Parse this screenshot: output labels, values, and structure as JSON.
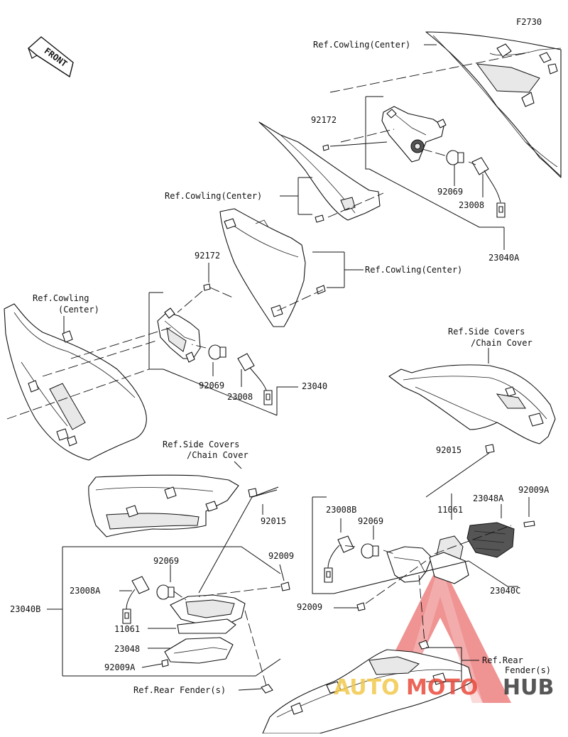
{
  "diagram": {
    "figure_code": "F2730",
    "front_label": "FRONT",
    "labels": {
      "ref_cowling_top": "Ref.Cowling(Center)",
      "ref_cowling_mid_left": "Ref.Cowling(Center)",
      "ref_cowling_mid_right": "Ref.Cowling(Center)",
      "ref_cowling_side_1": "Ref.Cowling",
      "ref_cowling_side_2": "(Center)",
      "ref_side_covers_right_1": "Ref.Side Covers",
      "ref_side_covers_right_2": "/Chain Cover",
      "ref_side_covers_left_1": "Ref.Side Covers",
      "ref_side_covers_left_2": "/Chain Cover",
      "ref_rear_fender_left": "Ref.Rear Fender(s)",
      "ref_rear_fender_right_1": "Ref.Rear",
      "ref_rear_fender_right_2": "Fender(s)"
    },
    "parts": {
      "p92172_top": "92172",
      "p92069_top": "92069",
      "p23008_top": "23008",
      "p23040A": "23040A",
      "p92172_mid": "92172",
      "p92069_mid": "92069",
      "p23008_mid": "23008",
      "p23040": "23040",
      "p92015_right": "92015",
      "p92015_left": "92015",
      "p23048A": "23048A",
      "p92009A_right": "92009A",
      "p23008B": "23008B",
      "p92069_rr": "92069",
      "p11061_right": "11061",
      "p23040C": "23040C",
      "p92009_right": "92009",
      "p92069_rl": "92069",
      "p92009_left": "92009",
      "p23008A": "23008A",
      "p23040B": "23040B",
      "p11061_left": "11061",
      "p23048": "23048",
      "p92009A_left": "92009A"
    },
    "watermark": {
      "part1": "AUTO",
      "part2": "MOTO",
      "part3": "HUB"
    }
  }
}
